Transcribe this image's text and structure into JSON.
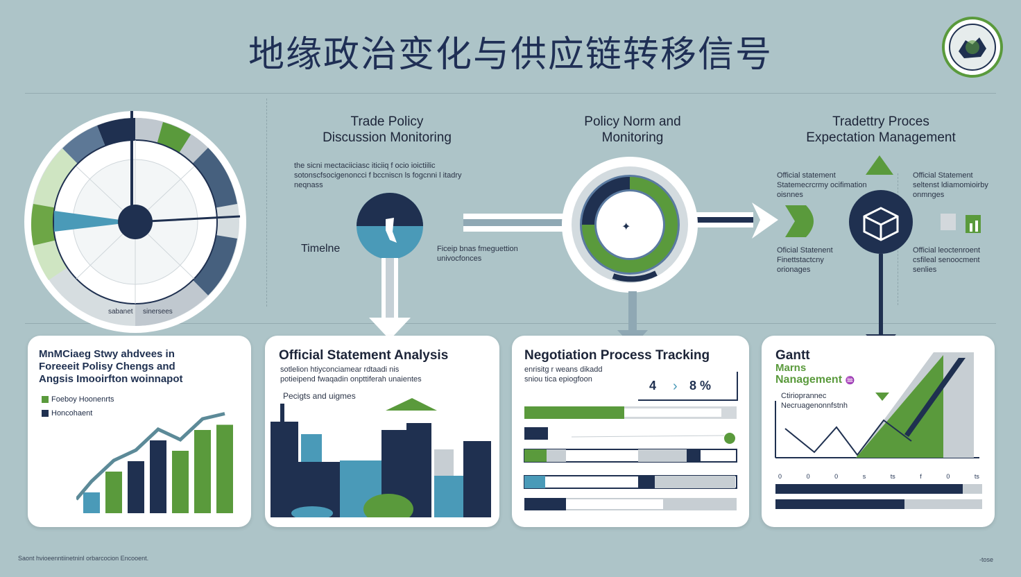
{
  "title": "地缘政治变化与供应链转移信号",
  "stages": [
    {
      "title": "Trade Policy\nDiscussion Monitoring",
      "desc": "the sicni mectaciiciasc iticiiq f ocio ioictiilic\nsotonscfsocigenoncci f bccniscn ls fogcnni l itadry\nneqnass",
      "label": "Timelne",
      "note": "Ficeip bnas fmeguettion\nunivocfonces"
    },
    {
      "title": "Policy Norm and\nMonitoring"
    },
    {
      "title": "Tradettry Proces\nExpectation Management",
      "notes": [
        "Official statement\nStatemecrcrmy ocifimation\noisnnes",
        "Official Statement\nseltenst ldiamomioirby\nonmnges",
        "Oficial Statenent\nFinettstactcny\norionages",
        "Official leoctenroent\ncsfileal senoocment\nsenlies"
      ]
    }
  ],
  "cards": [
    {
      "title": "MnMCiaeg Stwy ahdvees in\nForeeeit Polisy Chengs and\nAngsis Imooirfton woinnapot",
      "legend": [
        "Foeboy Hoonenrts",
        "Honcohaent"
      ],
      "chart_data": {
        "type": "bar",
        "values": [
          2,
          4,
          5,
          7,
          6,
          8,
          8.5
        ]
      }
    },
    {
      "title": "Official Statement Analysis",
      "sub": "sotlelion htiyconciamear rdtaadi nis\npotieipend fwaqadin onpttiferah unaientes",
      "label": "Pecigts and uigmes"
    },
    {
      "title": "Negotiation Process Tracking",
      "sub": "enrisitg r weans dikadd\nsniou tica epiogfoon",
      "counter_a": "4",
      "counter_b": "8 %"
    },
    {
      "title": "Gantt",
      "sub1": "Marns",
      "sub2": "Nanagement",
      "sub2_mark": "♒",
      "note": "Ctirioprannec\nNecruagenonnfstnh",
      "ticks": [
        "0",
        "0",
        "0",
        "s",
        "ts",
        "f",
        "0",
        "ts"
      ]
    }
  ],
  "wheel": {
    "labels": [
      "sabanet",
      "sinersees"
    ]
  },
  "footer": {
    "left": "Saont hvioeenntiinetninl orbarcocion Encooent.",
    "right": "-tose"
  },
  "colors": {
    "navy": "#1f3050",
    "green": "#5a9a3c",
    "teal": "#4a9ab8",
    "grey": "#c7ced3"
  }
}
